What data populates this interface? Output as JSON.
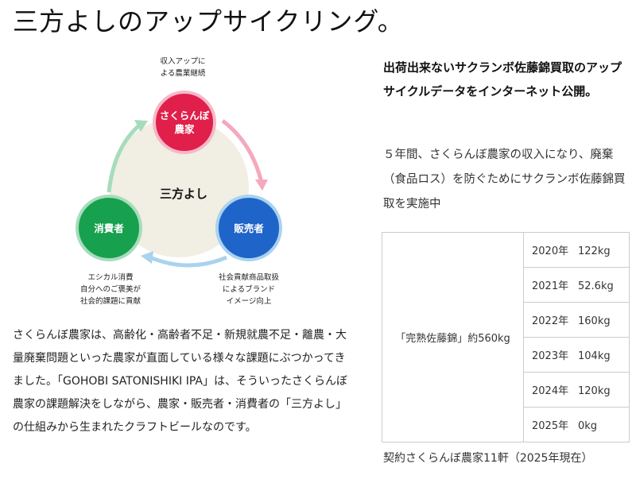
{
  "title": "三方よしのアップサイクリング。",
  "diagram": {
    "center_label": "三方よし",
    "nodes": {
      "farmer": {
        "label_line1": "さくらんぼ",
        "label_line2": "農家",
        "color": "#e0204a"
      },
      "seller": {
        "label": "販売者",
        "color": "#1f64c8"
      },
      "consumer": {
        "label": "消費者",
        "color": "#17a04e"
      }
    },
    "notes": {
      "top_line1": "収入アップに",
      "top_line2": "よる農業継続",
      "bottom_right_line1": "社会貢献商品取扱",
      "bottom_right_line2": "によるブランド",
      "bottom_right_line3": "イメージ向上",
      "bottom_left_line1": "エシカル消費",
      "bottom_left_line2": "自分へのご褒美が",
      "bottom_left_line3": "社会的課題に貢献"
    }
  },
  "paragraph": "さくらんぼ農家は、高齢化・高齢者不足・新規就農不足・離農・大量廃棄問題といった農家が直面している様々な課題にぶつかってきました。「GOHOBI SATONISHIKI IPA」は、そういったさくらんぼ農家の課題解決をしながら、農家・販売者・消費者の「三方よし」の仕組みから生まれたクラフトビールなのです。",
  "right": {
    "heading": "出荷出来ないサクランボ佐藤錦買取のアップサイクルデータをインターネット公開。",
    "body": "５年間、さくらんぼ農家の収入になり、廃棄（食品ロス）を防ぐためにサクランボ佐藤錦買取を実施中"
  },
  "table": {
    "label": "「完熟佐藤錦」約560kg",
    "rows": [
      {
        "year": "2020年",
        "amount": "122kg"
      },
      {
        "year": "2021年",
        "amount": "52.6kg"
      },
      {
        "year": "2022年",
        "amount": "160kg"
      },
      {
        "year": "2023年",
        "amount": "104kg"
      },
      {
        "year": "2024年",
        "amount": "120kg"
      },
      {
        "year": "2025年",
        "amount": "0kg"
      }
    ]
  },
  "footnote": "契約さくらんぼ農家11軒（2025年現在）"
}
